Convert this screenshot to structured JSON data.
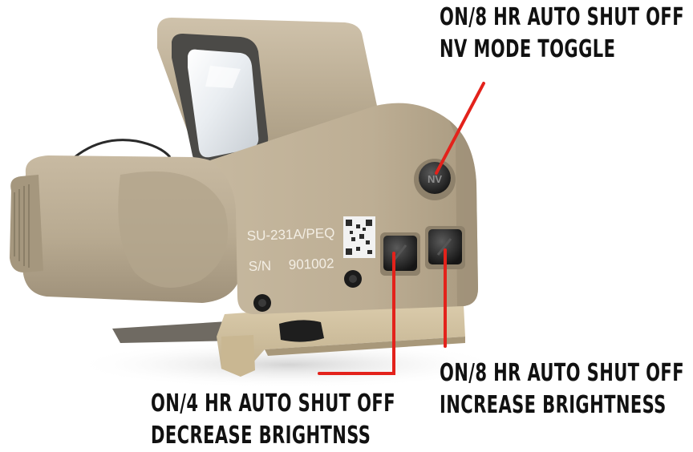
{
  "product": {
    "model_engraving": "SU-231A/PEQ",
    "serial_label": "S/N",
    "serial_number": "901002",
    "body_color": "#c3b49c",
    "mount_color": "#d6c6a5"
  },
  "callouts": {
    "nv_mode": {
      "line1": "ON/8 HR AUTO SHUT OFF",
      "line2": "NV MODE TOGGLE"
    },
    "increase": {
      "line1": "ON/8 HR AUTO SHUT OFF",
      "line2": "INCREASE BRIGHTNESS"
    },
    "decrease": {
      "line1": "ON/4 HR AUTO SHUT OFF",
      "line2": "DECREASE BRIGHTNSS"
    }
  },
  "buttons": {
    "nv_label": "NV"
  },
  "colors": {
    "pointer": "#e3221b",
    "text": "#111111"
  },
  "icons": [
    "nv-button-icon",
    "brightness-up-icon",
    "brightness-down-icon",
    "qr-code-icon",
    "screw-icon"
  ]
}
